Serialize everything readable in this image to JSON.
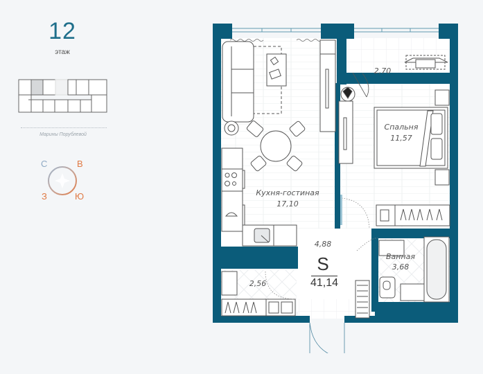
{
  "floor": {
    "number": "12",
    "label": "этаж"
  },
  "building_plan": {
    "street_label": "Марины Порублевой",
    "highlighted_unit_color": "#d6d8da"
  },
  "compass": {
    "north": "С",
    "east": "В",
    "west": "З",
    "south": "Ю",
    "north_color": "#8ea9c4",
    "south_color": "#e07a45"
  },
  "rooms": [
    {
      "id": "living",
      "name": "Кухня-гостиная",
      "area": "17,10"
    },
    {
      "id": "bedroom",
      "name": "Спальня",
      "area": "11,57"
    },
    {
      "id": "bathroom",
      "name": "Ванная",
      "area": "3,68"
    },
    {
      "id": "balcony",
      "name": "",
      "area": "2,70"
    },
    {
      "id": "hall",
      "name": "",
      "area": "4,88"
    },
    {
      "id": "wardrobe",
      "name": "",
      "area": "2,56"
    }
  ],
  "total": {
    "symbol": "S",
    "area": "41,14"
  },
  "colors": {
    "wall": "#0b5c7a",
    "background": "#f4f6f8",
    "floor": "#ffffff",
    "line": "#555555"
  }
}
